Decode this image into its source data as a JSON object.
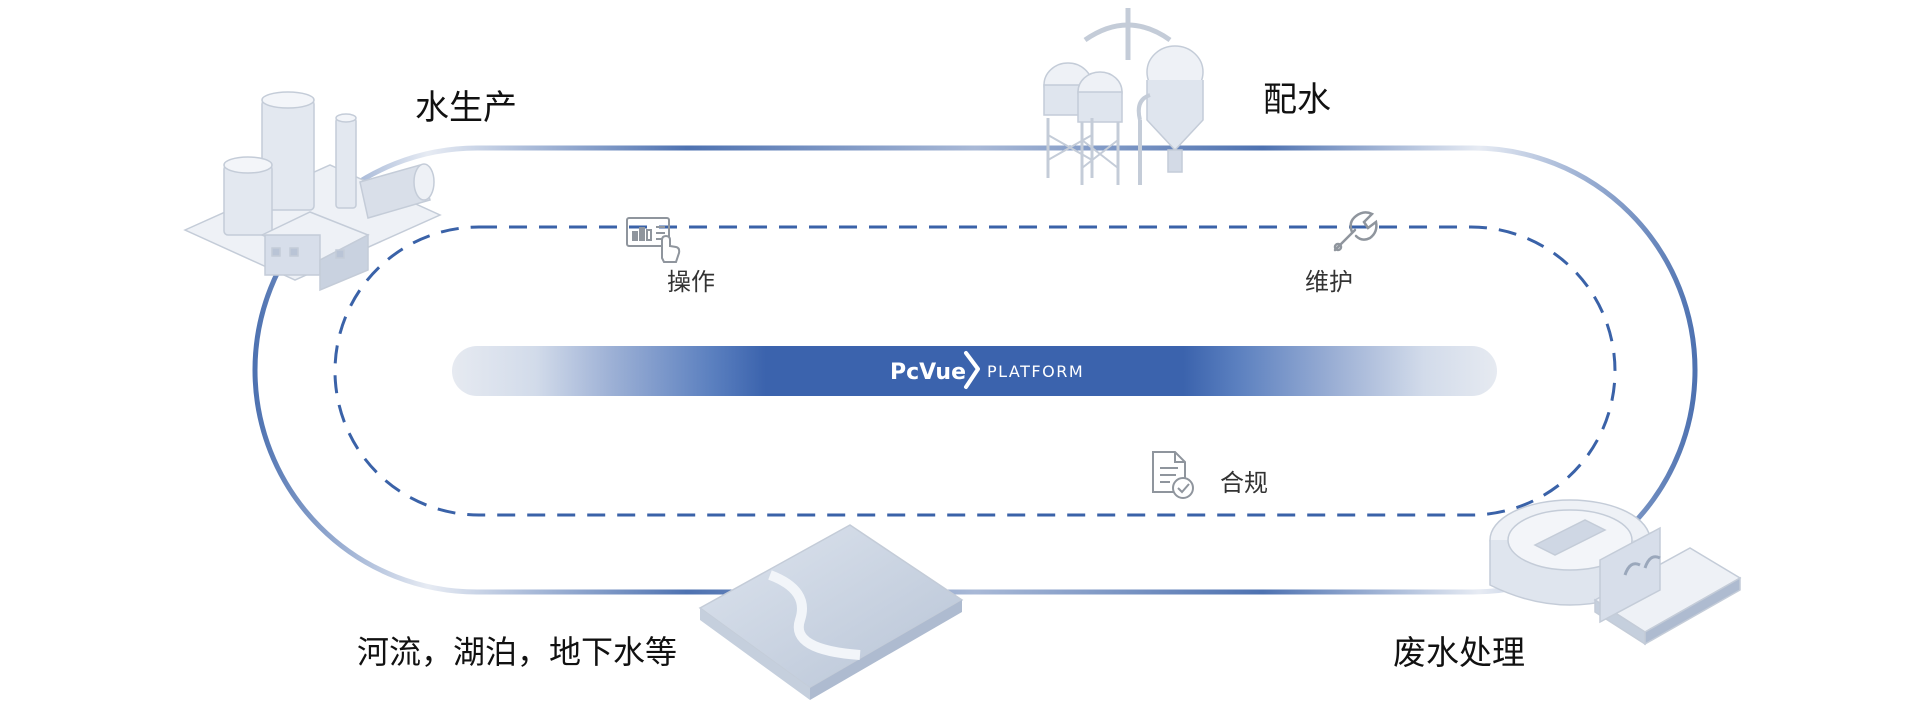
{
  "stages": {
    "production": "水生产",
    "distribution": "配水",
    "sources": "河流，湖泊，地下水等",
    "wastewater": "废水处理"
  },
  "activities": {
    "operation": "操作",
    "maintenance": "维护",
    "compliance": "合规"
  },
  "platform": {
    "brand": "PcVue",
    "label": "PLATFORM"
  },
  "colors": {
    "accent": "#3a62a8",
    "track_light": "#dfe5ef",
    "icon_gray": "#8f959d",
    "building_light": "#e3e8f0",
    "building_stroke": "#c4ccd8"
  },
  "icons": {
    "operation": "dashboard-touch-icon",
    "maintenance": "wrench-icon",
    "compliance": "document-check-icon"
  }
}
